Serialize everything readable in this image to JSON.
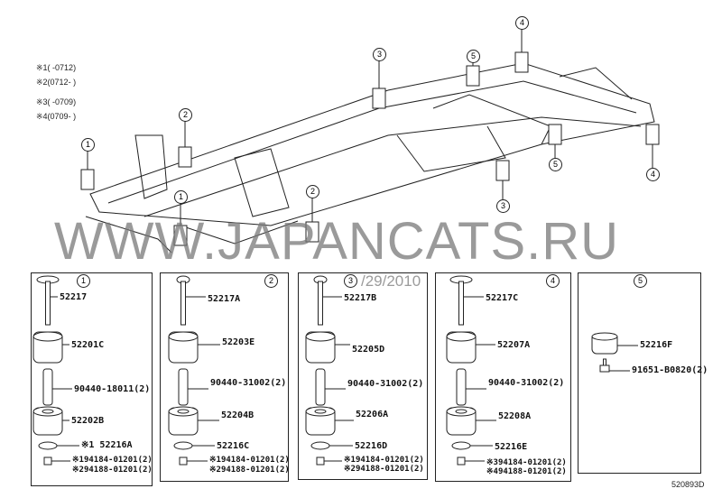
{
  "notes": [
    "※1(    -0712)",
    "※2(0712-    )",
    "※3(    -0709)",
    "※4(0709-    )"
  ],
  "watermark": "WWW.JAPANCATS.RU",
  "date_stamp": "/29/2010",
  "diagram_code": "520893D",
  "frame_callouts": [
    "1",
    "2",
    "3",
    "5",
    "4",
    "5",
    "4",
    "3",
    "2",
    "1"
  ],
  "panels": [
    {
      "number": "1",
      "labels": [
        "52217",
        "52201C",
        "90440-18011(2)",
        "52202B",
        "※1 52216A",
        "※194184-01201(2)",
        "※294188-01201(2)"
      ]
    },
    {
      "number": "2",
      "labels": [
        "52217A",
        "52203E",
        "90440-31002(2)",
        "52204B",
        "52216C",
        "※194184-01201(2)",
        "※294188-01201(2)"
      ]
    },
    {
      "number": "3",
      "labels": [
        "52217B",
        "52205D",
        "90440-31002(2)",
        "52206A",
        "52216D",
        "※194184-01201(2)",
        "※294188-01201(2)"
      ]
    },
    {
      "number": "4",
      "labels": [
        "52217C",
        "52207A",
        "90440-31002(2)",
        "52208A",
        "52216E",
        "※394184-01201(2)",
        "※494188-01201(2)"
      ]
    },
    {
      "number": "5",
      "labels": [
        "52216F",
        "91651-B0820(2)"
      ]
    }
  ]
}
